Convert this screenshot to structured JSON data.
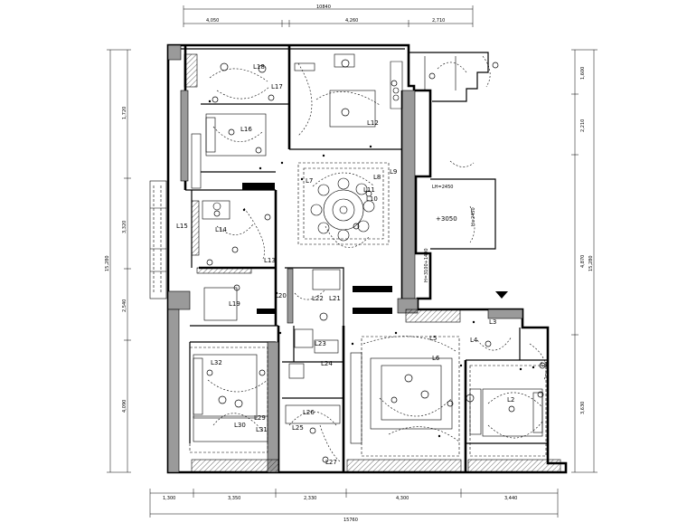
{
  "dimensions": {
    "top_total": "10840",
    "top_segments": [
      "4,050",
      "4,260",
      "2,710"
    ],
    "bottom_total": "15760",
    "bottom_segments": [
      "1,300",
      "3,350",
      "2,330",
      "4,300",
      "3,440"
    ],
    "left_total": "15,280",
    "left_segments": [
      "1,720",
      "3,320",
      "2,540",
      "4,090"
    ],
    "right_total": "15,280",
    "right_segments": [
      "1,600",
      "2,210",
      "4,870",
      "3,630"
    ]
  },
  "lights": [
    "L1",
    "L2",
    "L3",
    "L4",
    "L5",
    "L6",
    "L7",
    "L8",
    "L9",
    "L10",
    "L11",
    "L12",
    "L13",
    "L14",
    "L15",
    "L16",
    "L17",
    "L18",
    "L19",
    "L20",
    "L21",
    "L22",
    "L23",
    "L24",
    "L25",
    "L26",
    "L27",
    "L29",
    "L30",
    "L31",
    "L32"
  ],
  "notes": {
    "height_mark": "LH=2450",
    "level_mark": "+3050",
    "height_mark_2": "H=3100+1400",
    "height_mark_3": "H=2450"
  }
}
